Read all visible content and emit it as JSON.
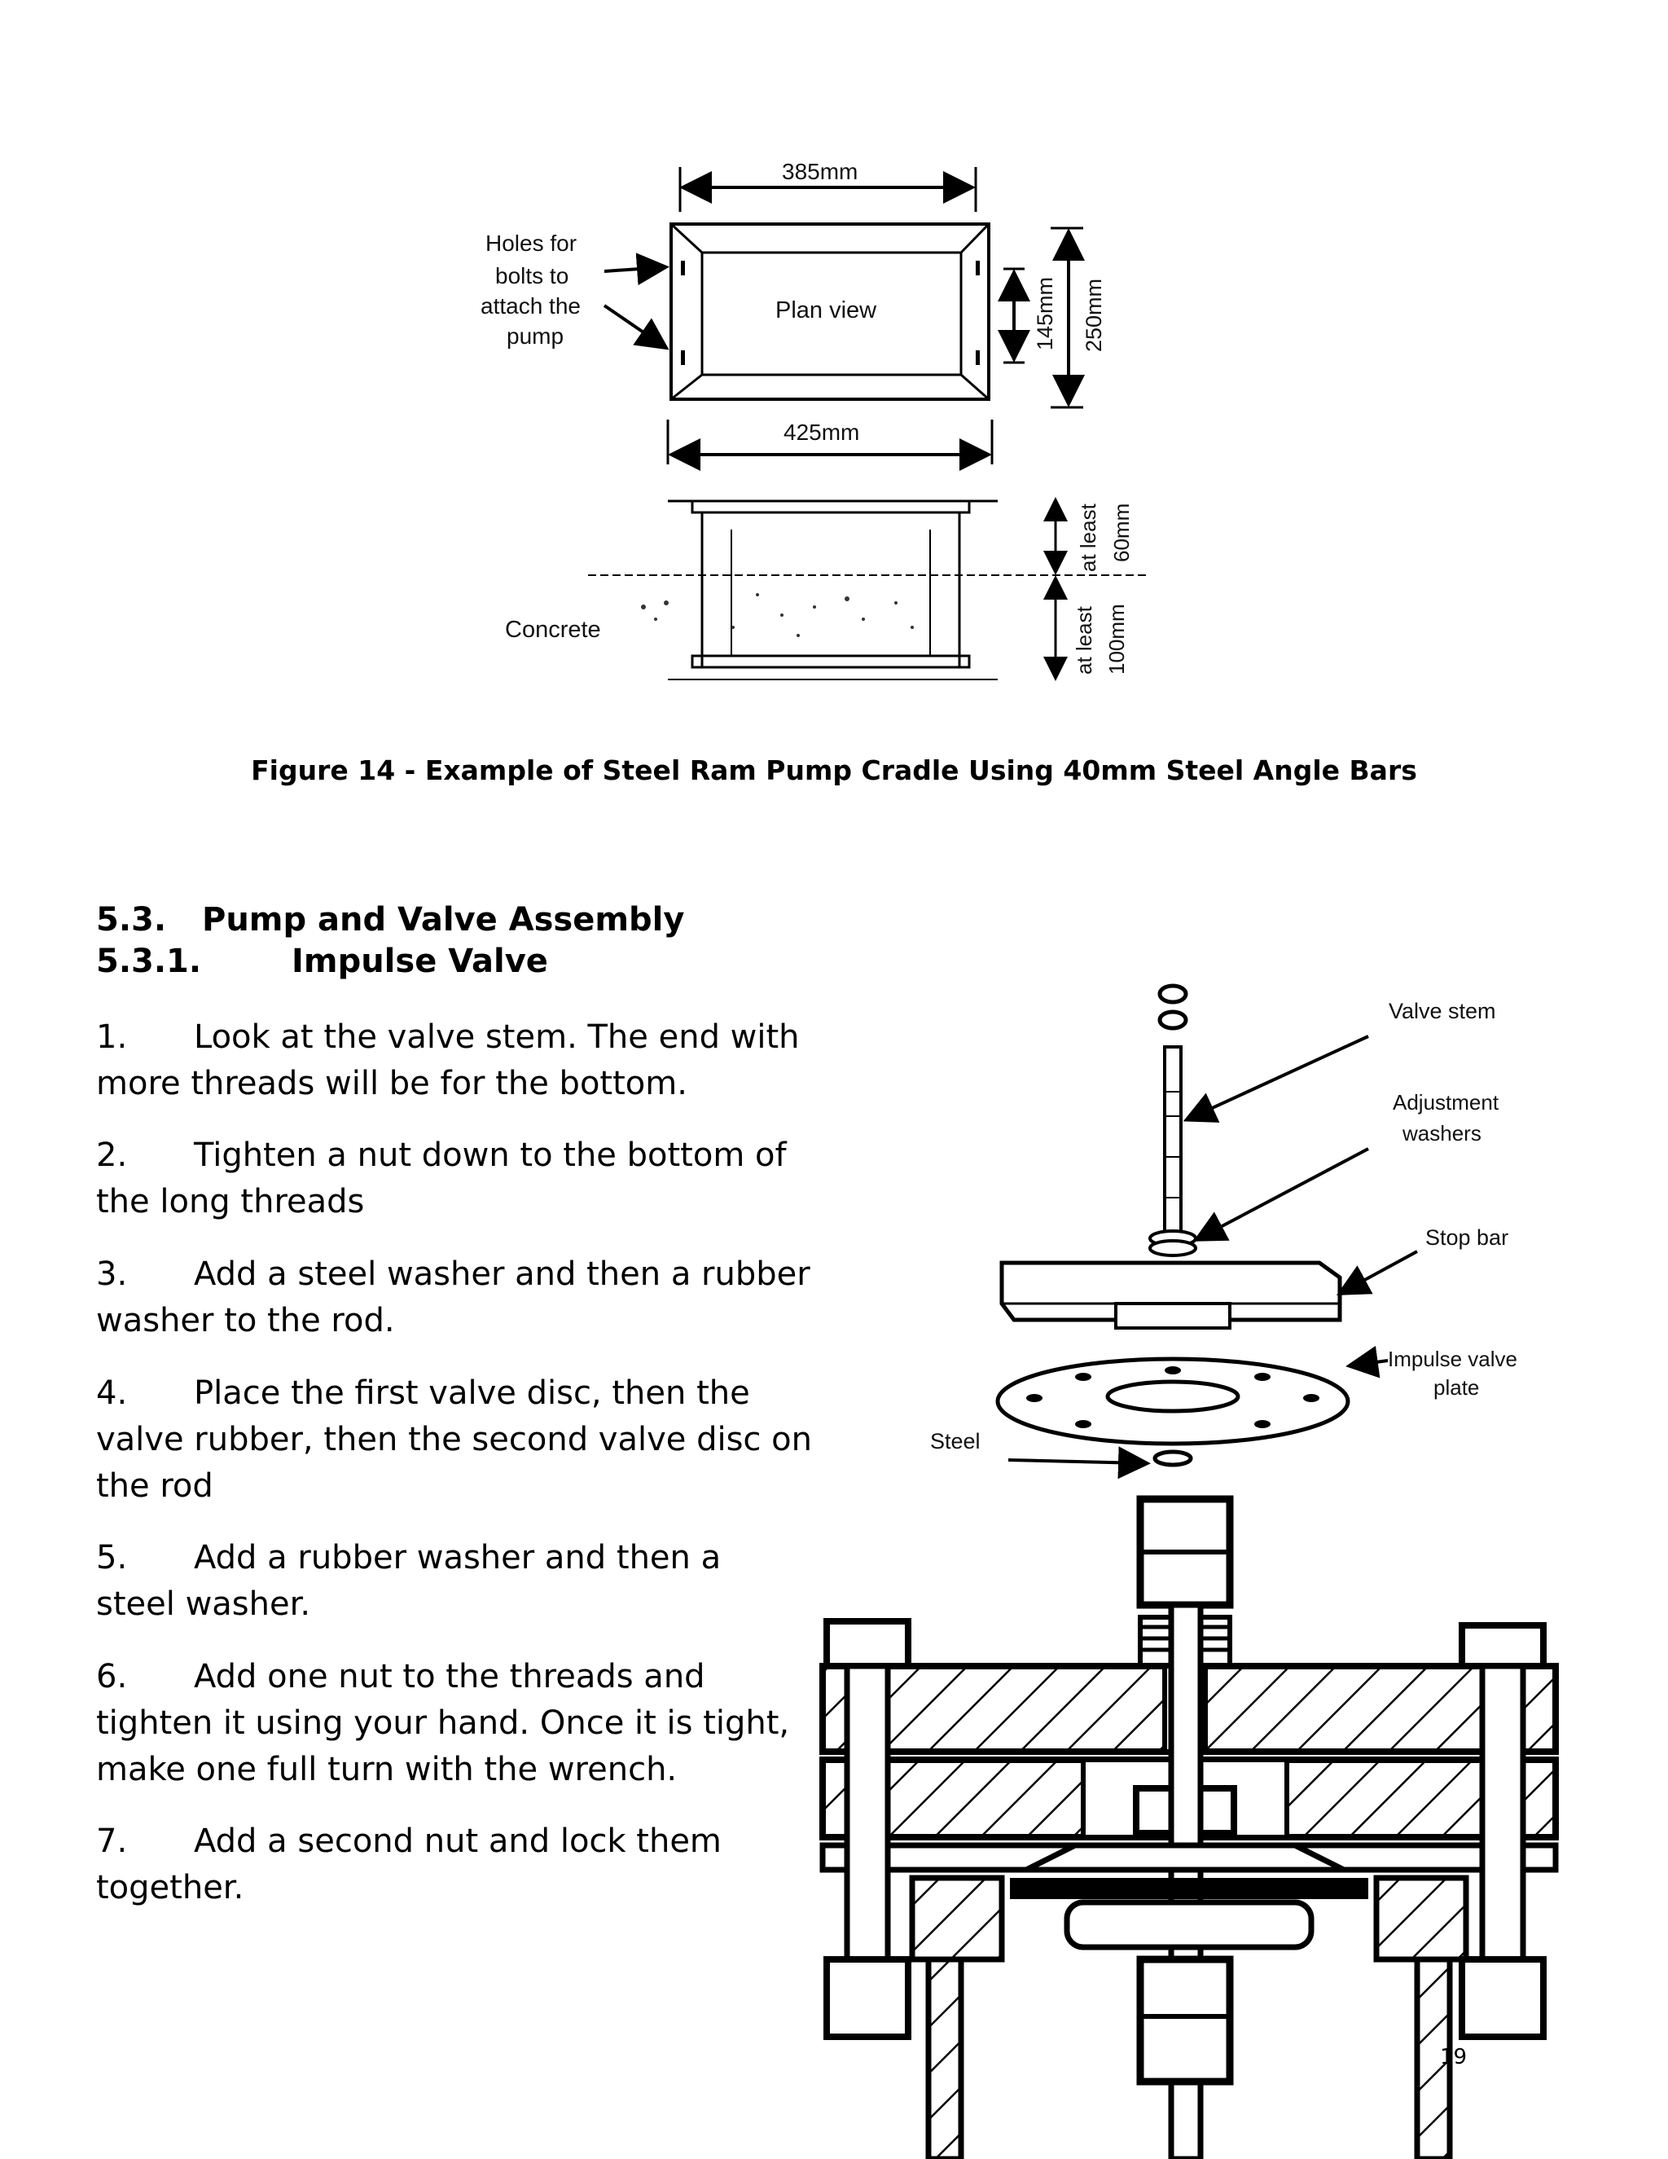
{
  "figure14": {
    "holes_label": [
      "Holes for",
      "bolts to",
      "attach the",
      "pump"
    ],
    "dim_top": "385mm",
    "plan_view": "Plan view",
    "dim_inner": "145mm",
    "dim_outer": "250mm",
    "dim_bottom": "425mm",
    "concrete": "Concrete",
    "upper_depth": [
      "at least",
      "60mm"
    ],
    "lower_depth": [
      "at least",
      "100mm"
    ],
    "caption": "Figure 14 - Example of Steel Ram Pump Cradle Using 40mm Steel Angle Bars"
  },
  "section": {
    "num": "5.3.",
    "title": "Pump and Valve Assembly",
    "sub_num": "5.3.1.",
    "sub_title": "Impulse Valve"
  },
  "steps": [
    {
      "num": "1.",
      "text": "Look at the valve stem.  The end with more threads will be for the bottom."
    },
    {
      "num": "2.",
      "text": "Tighten a nut down to the bottom of the long threads"
    },
    {
      "num": "3.",
      "text": "Add a steel washer and then a rubber washer to the rod."
    },
    {
      "num": "4.",
      "text": "Place the first valve disc, then the valve rubber, then the second valve disc on the rod"
    },
    {
      "num": "5.",
      "text": "Add a rubber washer and then a steel washer."
    },
    {
      "num": "6.",
      "text": "Add one nut to the threads and tighten it using your hand.  Once it is tight, make one full turn with the wrench."
    },
    {
      "num": "7.",
      "text": "Add a second nut and lock them together."
    }
  ],
  "valve_figure": {
    "valve_stem": "Valve stem",
    "adjustment_washers": [
      "Adjustment",
      "washers"
    ],
    "stop_bar": "Stop bar",
    "impulse_valve_plate": [
      "Impulse valve",
      "plate"
    ],
    "steel": "Steel"
  },
  "page_number": "19"
}
